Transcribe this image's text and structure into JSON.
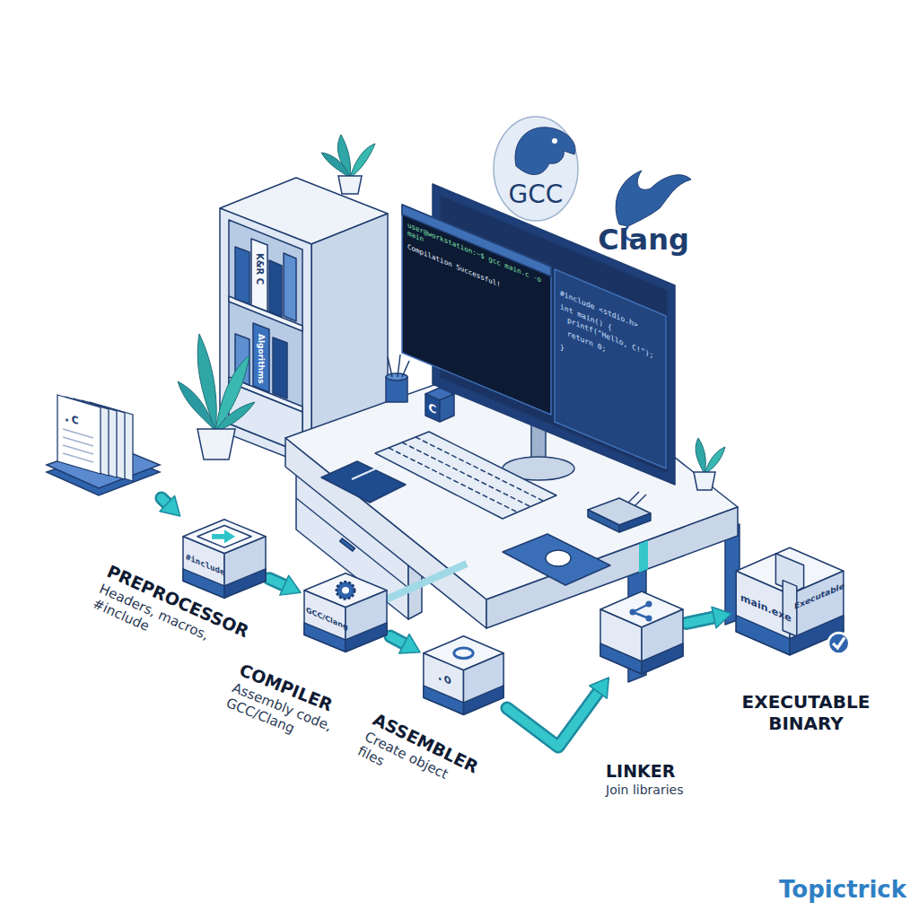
{
  "diagram": {
    "nodes": [
      {
        "text": [
          ".c"
        ]
      },
      {
        "text": [
          "#include",
          "PREPROCESSOR",
          "Headers, macros, #include"
        ]
      },
      {
        "text": [
          "GCC/Clang",
          "COMPILER",
          "Assembly code, GCC/Clang"
        ]
      },
      {
        "text": [
          ".o",
          "ASSEMBLER",
          "Create object files"
        ]
      },
      {
        "text": [
          "LINKER",
          "Join libraries"
        ]
      },
      {
        "text": [
          "main.exe",
          "Executable",
          "EXECUTABLE BINARY"
        ]
      }
    ],
    "edges": [
      {
        "from": 0,
        "to": 1,
        "arrow": "to"
      },
      {
        "from": 1,
        "to": 2,
        "arrow": "to"
      },
      {
        "from": 2,
        "to": 3,
        "arrow": "to"
      },
      {
        "from": 3,
        "to": 4,
        "arrow": "to"
      },
      {
        "from": 4,
        "to": 5,
        "arrow": "to"
      }
    ],
    "labels": [
      "GCC",
      "Clang",
      "K&R C",
      "Algorithms",
      "user@workstation:~$ gcc main.c -o main",
      "Compilation Successful!",
      "#include <stdio.h>",
      "int main() {",
      "printf(\"Hello, C!\");",
      "return 0;",
      "}",
      "C",
      "Topictrick"
    ]
  }
}
